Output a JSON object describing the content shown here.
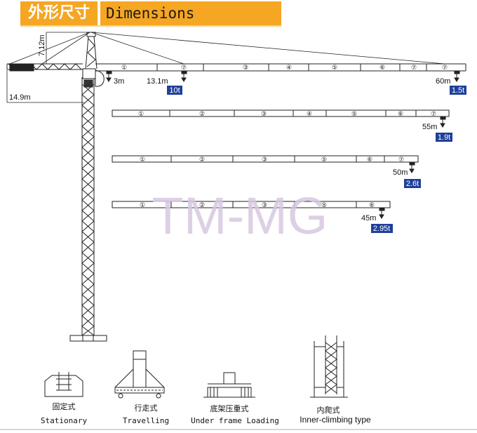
{
  "header": {
    "title_cn": "外形尺寸",
    "title_en": "Dimensions"
  },
  "crane_labels": {
    "top_height": "7.12m",
    "counter_jib": "14.9m",
    "min_radius": "3m"
  },
  "jib_configs": [
    {
      "radius": "60m",
      "tip_load": "1.5t",
      "mid_radius": "13.1m",
      "mid_load": "10t",
      "sections": [
        "①",
        "⑦",
        "③",
        "④",
        "⑤",
        "⑥",
        "⑦",
        "⑦"
      ]
    },
    {
      "radius": "55m",
      "tip_load": "1.9t",
      "sections": [
        "①",
        "②",
        "③",
        "④",
        "⑤",
        "⑥",
        "⑦"
      ]
    },
    {
      "radius": "50m",
      "tip_load": "2.6t",
      "sections": [
        "①",
        "②",
        "③",
        "⑤",
        "⑥",
        "⑦"
      ]
    },
    {
      "radius": "45m",
      "tip_load": "2.95t",
      "sections": [
        "①",
        "②",
        "③",
        "⑤",
        "⑥"
      ]
    }
  ],
  "watermark": "TM-MG",
  "base_types": [
    {
      "cn": "固定式",
      "en": "Stationary"
    },
    {
      "cn": "行走式",
      "en": "Travelling"
    },
    {
      "cn": "底架压重式",
      "en": "Under frame Loading"
    },
    {
      "cn": "内爬式",
      "en": "Inner-climbing type"
    }
  ],
  "colors": {
    "header_bg": "#f5a623",
    "load_badge": "#1f3f9a",
    "watermark": "#d8c8e0"
  }
}
